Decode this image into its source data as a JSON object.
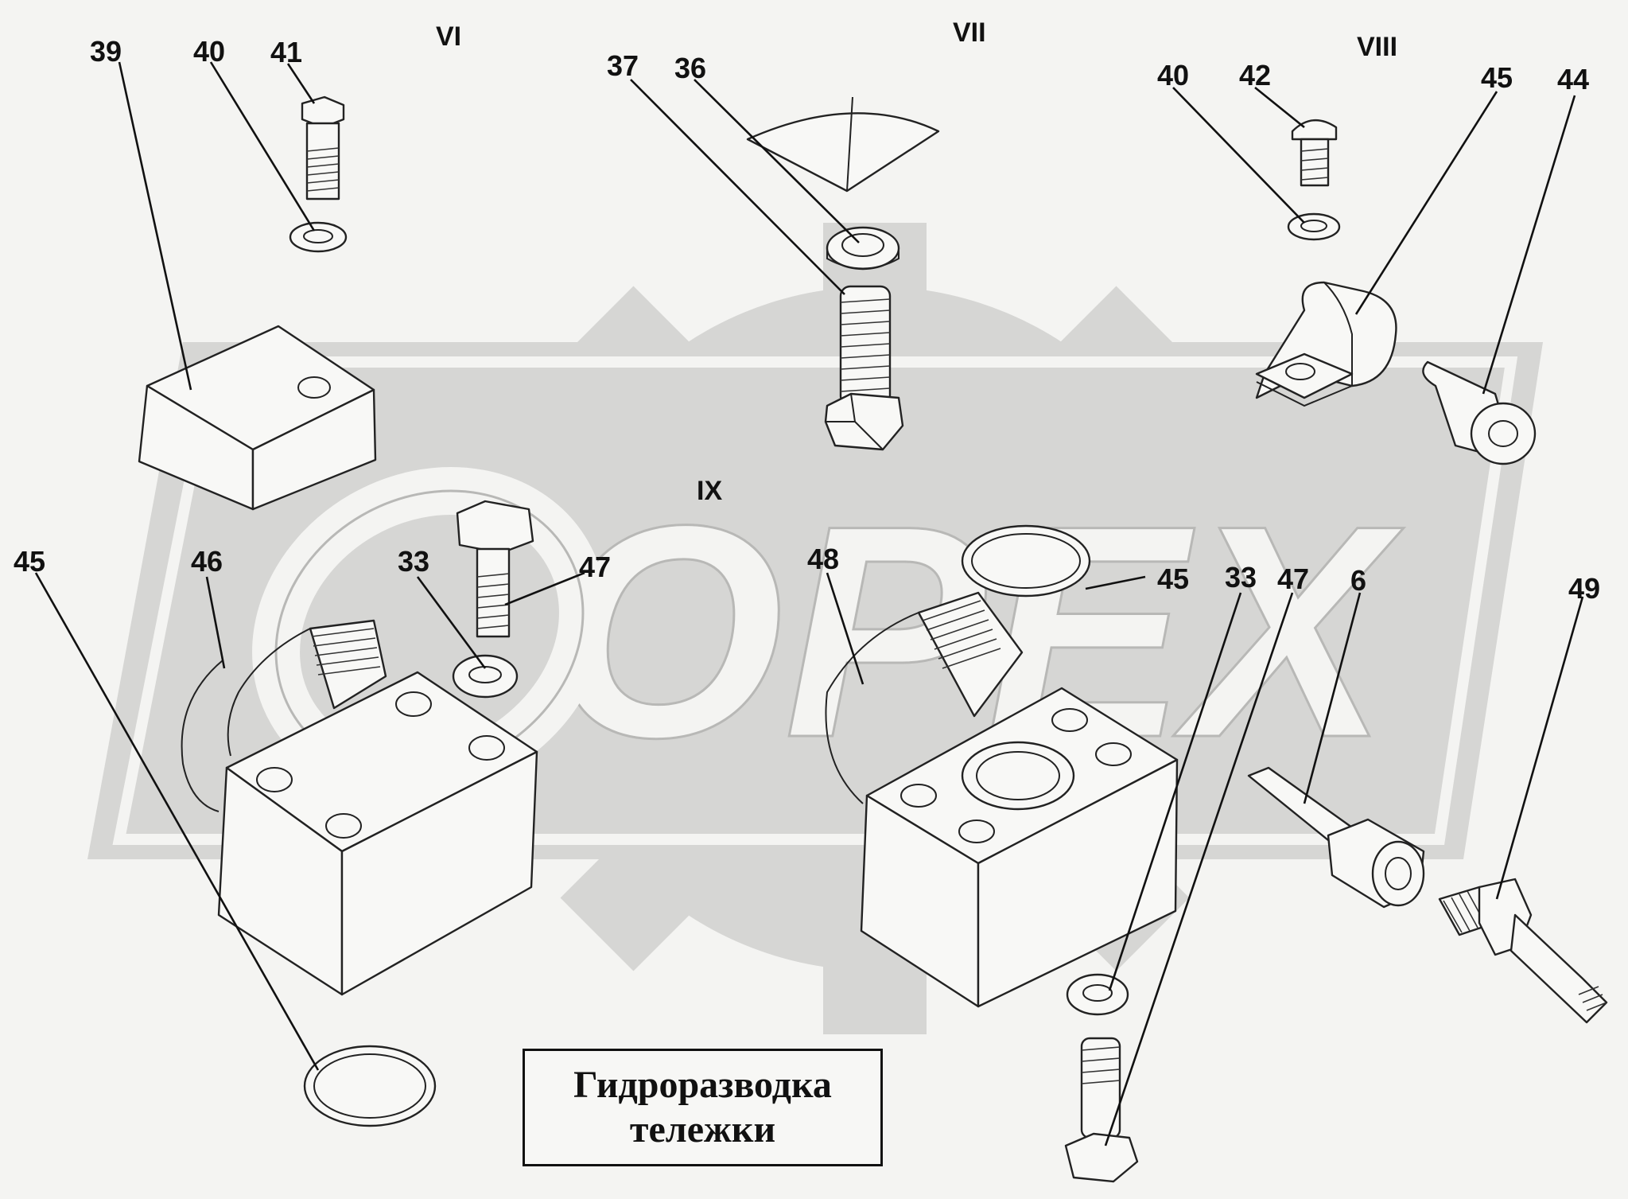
{
  "title": {
    "line1": "Гидроразводка",
    "line2": "тележки"
  },
  "watermark": {
    "text": "OPEX",
    "color": "#d6d6d4"
  },
  "views": [
    {
      "id": "view-vi",
      "label": "VI"
    },
    {
      "id": "view-vii",
      "label": "VII"
    },
    {
      "id": "view-viii",
      "label": "VIII"
    },
    {
      "id": "view-ix",
      "label": "IX"
    }
  ],
  "callouts": [
    {
      "id": "callout-39",
      "label": "39"
    },
    {
      "id": "callout-40-vi",
      "label": "40"
    },
    {
      "id": "callout-41",
      "label": "41"
    },
    {
      "id": "callout-37",
      "label": "37"
    },
    {
      "id": "callout-36",
      "label": "36"
    },
    {
      "id": "callout-40-viii",
      "label": "40"
    },
    {
      "id": "callout-42",
      "label": "42"
    },
    {
      "id": "callout-45-viii",
      "label": "45"
    },
    {
      "id": "callout-44",
      "label": "44"
    },
    {
      "id": "callout-45-left",
      "label": "45"
    },
    {
      "id": "callout-46",
      "label": "46"
    },
    {
      "id": "callout-33-left",
      "label": "33"
    },
    {
      "id": "callout-47-left",
      "label": "47"
    },
    {
      "id": "callout-48",
      "label": "48"
    },
    {
      "id": "callout-45-mid",
      "label": "45"
    },
    {
      "id": "callout-33-right",
      "label": "33"
    },
    {
      "id": "callout-47-right",
      "label": "47"
    },
    {
      "id": "callout-6",
      "label": "6"
    },
    {
      "id": "callout-49",
      "label": "49"
    }
  ]
}
